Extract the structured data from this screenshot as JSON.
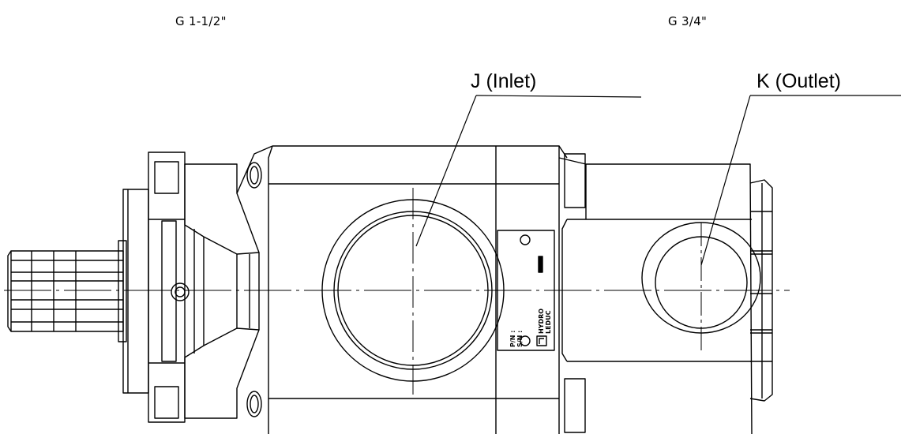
{
  "port_sizes": {
    "inlet_thread": "G 1-1/2\"",
    "outlet_thread": "G 3/4\""
  },
  "callouts": {
    "inlet": "J (Inlet)",
    "outlet": "K (Outlet)"
  },
  "nameplate": {
    "pn": "P/N :",
    "sn": "S/N :",
    "brand_line1": "HYDRO",
    "brand_line2": "LEDUC"
  },
  "colors": {
    "line": "#000000",
    "background": "#ffffff"
  }
}
